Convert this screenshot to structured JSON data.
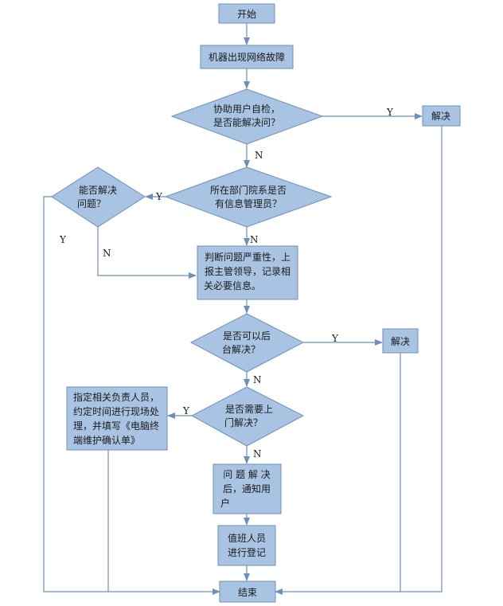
{
  "nodes": {
    "start": "开始",
    "fault": "机器出现网络故障",
    "selfcheck_1": "协助用户自检，",
    "selfcheck_2": "是否能解决问？",
    "resolve_1": "解决",
    "dept_1": "所在部门院系是否",
    "dept_2": "有信息管理员？",
    "canfix_1": "能否解决",
    "canfix_2": "问题？",
    "judge_1": "判断问题严重性，上",
    "judge_2": "报主管领导，记录相",
    "judge_3": "关必要信息。",
    "backend_1": "是否可以后",
    "backend_2": "台解决？",
    "resolve_2": "解决",
    "onsite_1": "是否需要上",
    "onsite_2": "门解决？",
    "assign_1": "指定相关负责人员，",
    "assign_2": "约定时间进行现场处",
    "assign_3": "理，并填写《电脑终",
    "assign_4": "端维护确认单》",
    "notify_1": "问 题 解 决",
    "notify_2": "后，通知用",
    "notify_3": "户",
    "log_1": "值班人员",
    "log_2": "进行登记",
    "end": "结束"
  },
  "edge_labels": {
    "selfcheck_yes": "Y",
    "selfcheck_no": "N",
    "dept_yes": "Y",
    "dept_no": "N",
    "canfix_yes": "Y",
    "canfix_no": "N",
    "backend_yes": "Y",
    "backend_no": "N",
    "onsite_yes": "Y",
    "onsite_no": "N"
  },
  "colors": {
    "node_fill": "#a9c4e2",
    "node_stroke": "#6d8fbb",
    "edge": "#6d8fbb"
  }
}
